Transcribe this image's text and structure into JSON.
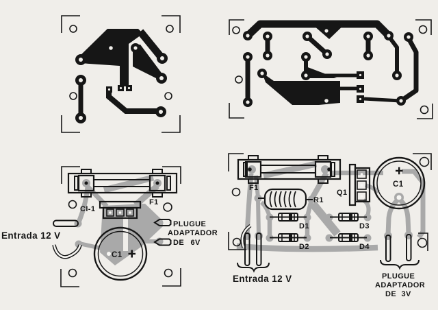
{
  "colors": {
    "background": "#f0eeea",
    "ink": "#161616",
    "trace_ghost": "#a9a9a9",
    "pad_fill": "#b3b3b3"
  },
  "panels": {
    "layout_6v": {
      "labels": {
        "ic": "CI-1",
        "fuse": "F1",
        "capacitor": "C1",
        "capacitor_polarity": "+",
        "input": "Entrada 12 V",
        "plug_line1": "PLUGUE",
        "plug_line2": "ADAPTADOR",
        "plug_line3": "DE 6V"
      }
    },
    "layout_3v": {
      "labels": {
        "fuse": "F1",
        "resistor": "R1",
        "transistor": "Q1",
        "capacitor": "C1",
        "capacitor_polarity": "+",
        "diode1": "D1",
        "diode2": "D2",
        "diode3": "D3",
        "diode4": "D4",
        "input": "Entrada 12 V",
        "plug_line1": "PLUGUE",
        "plug_line2": "ADAPTADOR",
        "plug_line3": "DE 3V"
      }
    }
  }
}
